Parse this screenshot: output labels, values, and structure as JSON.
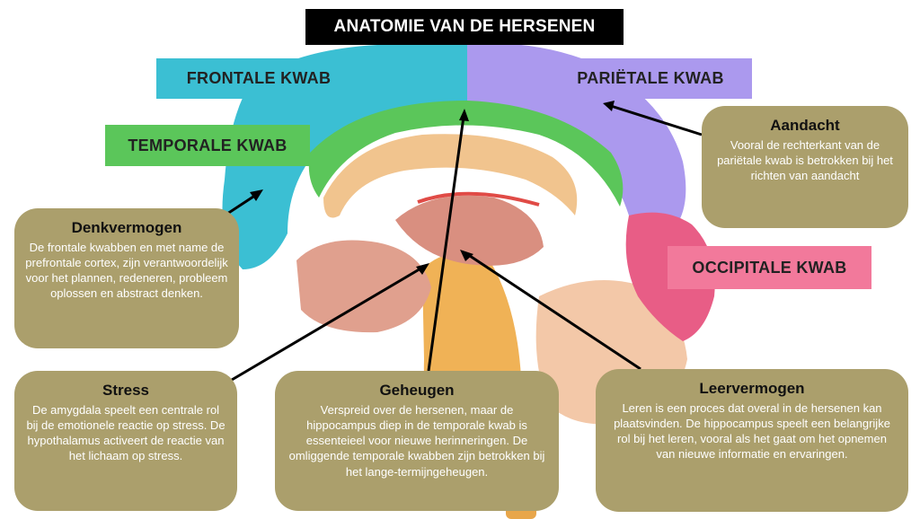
{
  "title": "ANATOMIE VAN DE HERSENEN",
  "lobes": {
    "frontal": "FRONTALE KWAB",
    "temporal": "TEMPORALE KWAB",
    "parietal": "PARIËTALE KWAB",
    "occipital": "OCCIPITALE KWAB"
  },
  "cards": {
    "denkvermogen": {
      "title": "Denkvermogen",
      "text": "De frontale kwabben en met name de prefrontale cortex, zijn verantwoordelijk voor het plannen, redeneren, probleem oplossen en abstract denken."
    },
    "aandacht": {
      "title": "Aandacht",
      "text": "Vooral de rechterkant van de pariëtale kwab is betrokken bij het richten van aandacht"
    },
    "stress": {
      "title": "Stress",
      "text": "De amygdala speelt een centrale rol bij de emotionele reactie op stress. De hypothalamus activeert de reactie van het lichaam op stress."
    },
    "geheugen": {
      "title": "Geheugen",
      "text": "Verspreid over de hersenen, maar de hippocampus diep in de temporale kwab is essenteieel voor nieuwe herinneringen. De omliggende temporale kwabben zijn betrokken bij het lange-termijngeheugen."
    },
    "leervermogen": {
      "title": "Leervermogen",
      "text": "Leren is een proces dat overal in de hersenen kan plaatsvinden. De hippocampus speelt een belangrijke rol bij het leren, vooral als het gaat om het opnemen van nieuwe informatie en ervaringen."
    }
  },
  "colors": {
    "frontal": "#3bbfd3",
    "temporal": "#5bc65a",
    "parietal": "#ab99ee",
    "occipital": "#f2799b",
    "card": "#ab9f6c"
  }
}
